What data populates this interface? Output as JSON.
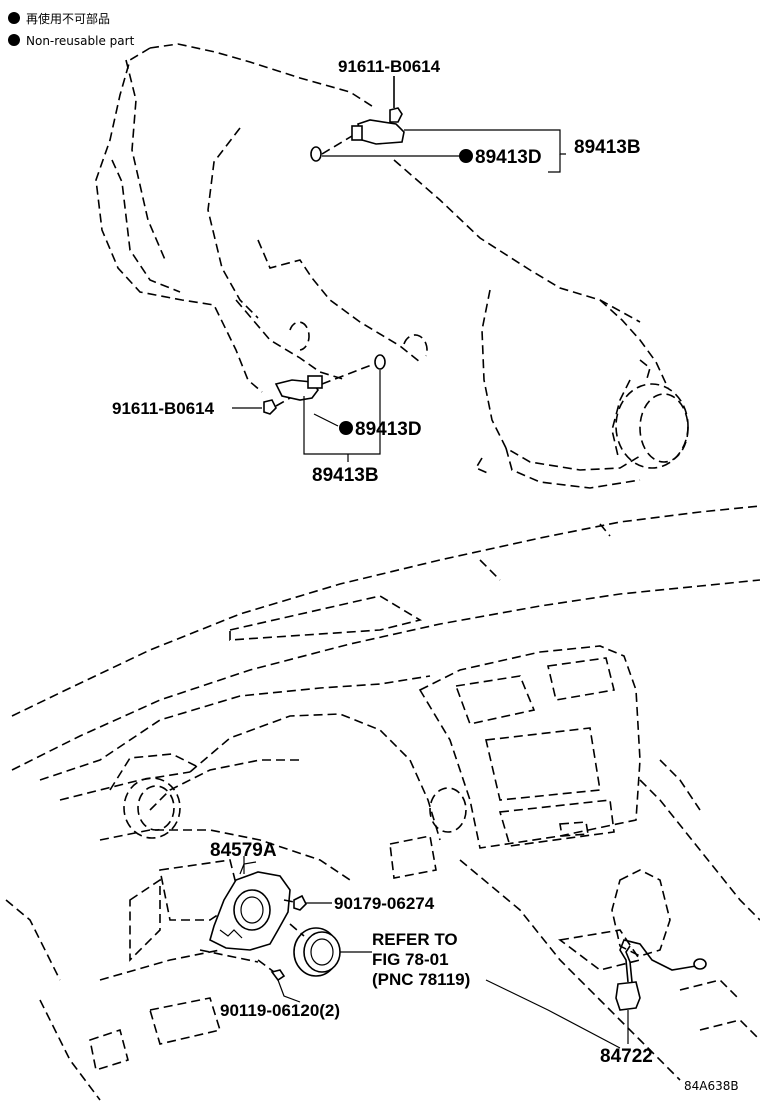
{
  "legend": {
    "line1": "再使用不可部品",
    "line2": "Non-reusable part"
  },
  "labels": {
    "bolt_upper": "91611-B0614",
    "sensor_upper_b": "89413B",
    "sensor_upper_d": "89413D",
    "bolt_lower": "91611-B0614",
    "sensor_lower_d": "89413D",
    "sensor_lower_b": "89413B",
    "bracket": "84579A",
    "nut": "90179-06274",
    "refer_1": "REFER TO",
    "refer_2": "FIG 78-01",
    "refer_3": "(PNC 78119)",
    "screw": "90119-06120(2)",
    "shift_switch": "84722",
    "figure_code": "84A638B"
  }
}
